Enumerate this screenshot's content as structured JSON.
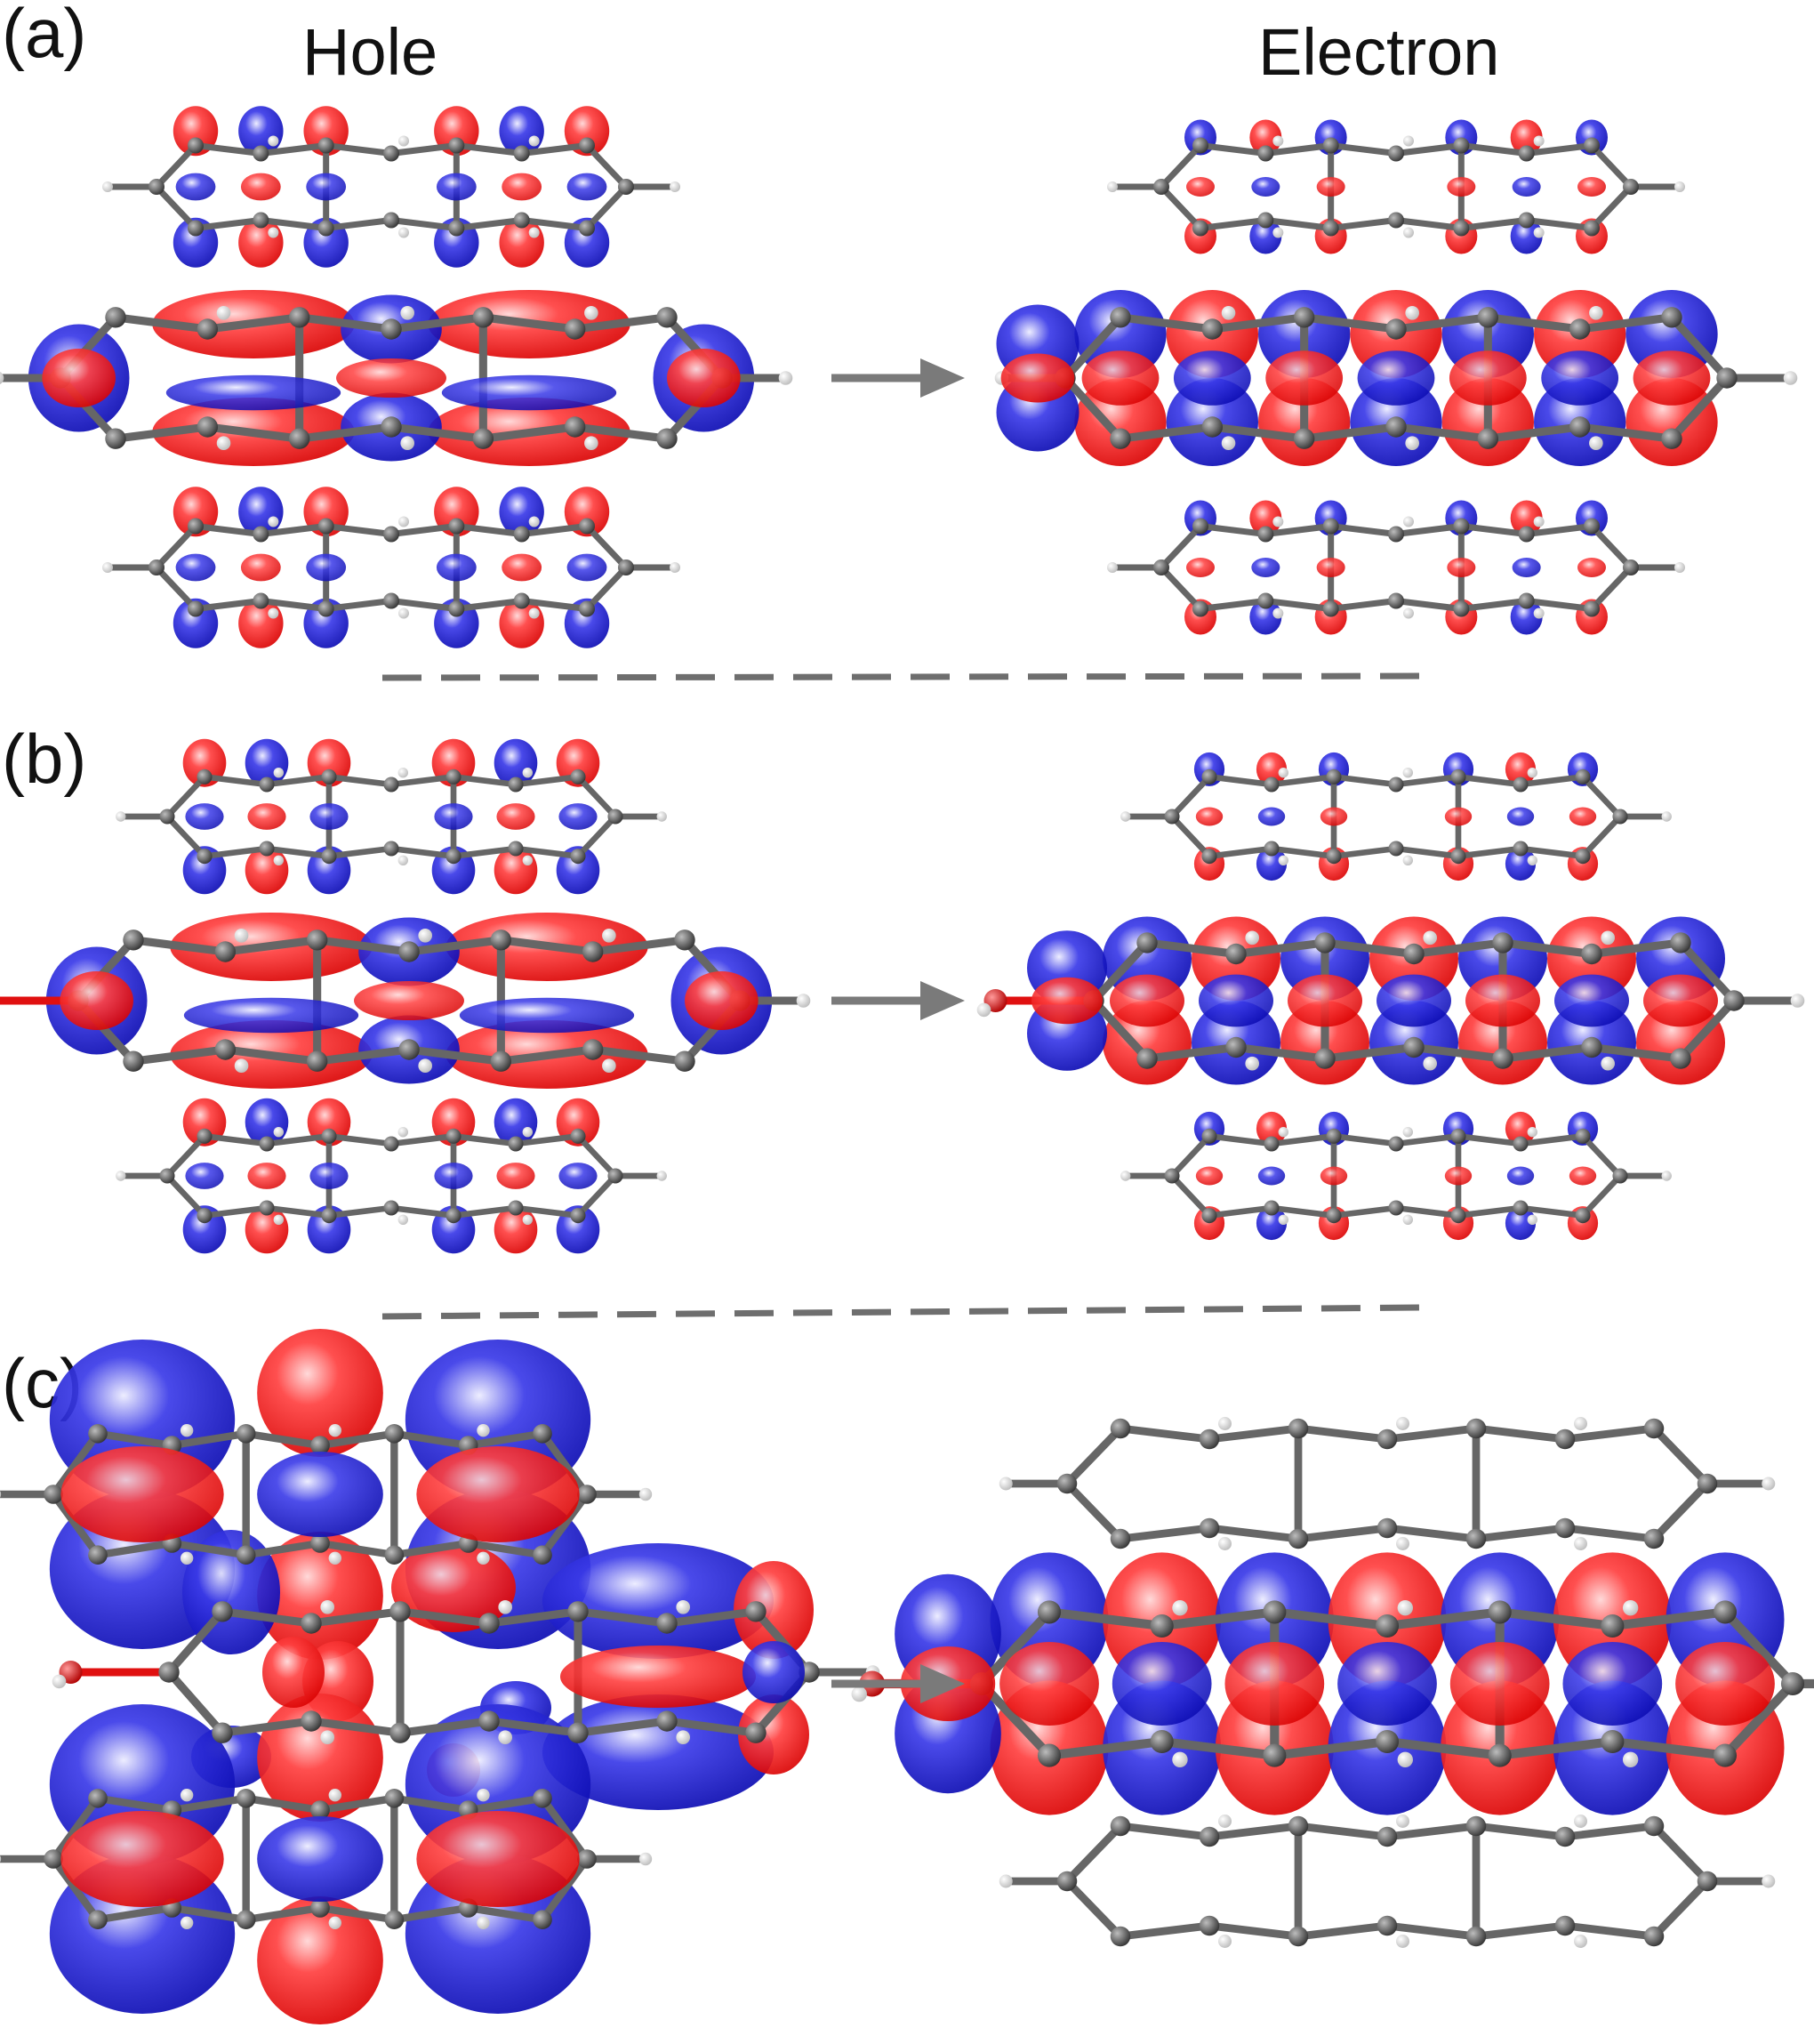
{
  "headers": {
    "hole": "Hole",
    "electron": "Electron"
  },
  "panels": [
    {
      "label": "(a)",
      "hole_lobes": "small",
      "electron_lobes": "center"
    },
    {
      "label": "(b)",
      "hole_lobes": "small",
      "electron_lobes": "center",
      "oxygen": true
    },
    {
      "label": "(c)",
      "hole_lobes": "large",
      "electron_lobes": "center-only",
      "oxygen": true
    }
  ],
  "colors": {
    "positive_lobe": "#ee1111",
    "negative_lobe": "#1a1acc",
    "carbon": "#555555",
    "bond": "#666666",
    "hydrogen": "#f2f2f2",
    "oxygen": "#e01010",
    "arrow": "#7a7a7a",
    "divider": "#6e6e6e"
  }
}
